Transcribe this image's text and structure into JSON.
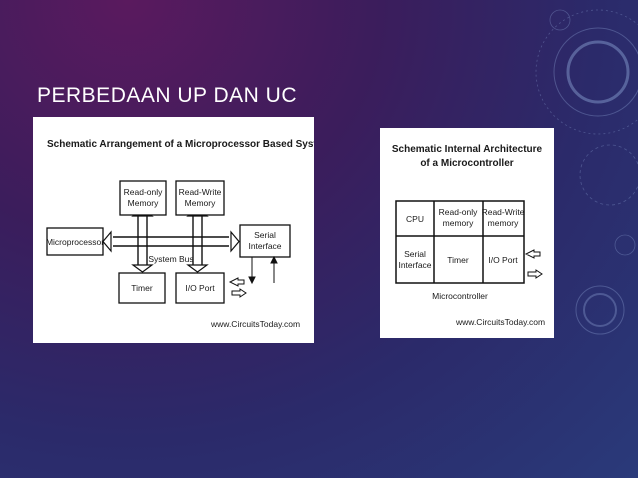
{
  "slide": {
    "title": "PERBEDAAN UP DAN UC"
  },
  "left_diagram": {
    "title": "Schematic Arrangement of a Microprocessor Based System",
    "blocks": {
      "rom_line1": "Read-only",
      "rom_line2": "Memory",
      "ram_line1": "Read-Write",
      "ram_line2": "Memory",
      "cpu": "Microprocessor",
      "serial_line1": "Serial",
      "serial_line2": "Interface",
      "bus": "System Bus",
      "timer": "Timer",
      "io": "I/O Port"
    },
    "credit": "www.CircuitsToday.com"
  },
  "right_diagram": {
    "title_line1": "Schematic Internal Architecture",
    "title_line2": "of a Microcontroller",
    "cells": {
      "cpu": "CPU",
      "rom_line1": "Read-only",
      "rom_line2": "memory",
      "ram_line1": "Read-Write",
      "ram_line2": "memory",
      "serial_line1": "Serial",
      "serial_line2": "Interface",
      "timer": "Timer",
      "io": "I/O Port"
    },
    "caption": "Microcontroller",
    "credit": "www.CircuitsToday.com"
  }
}
